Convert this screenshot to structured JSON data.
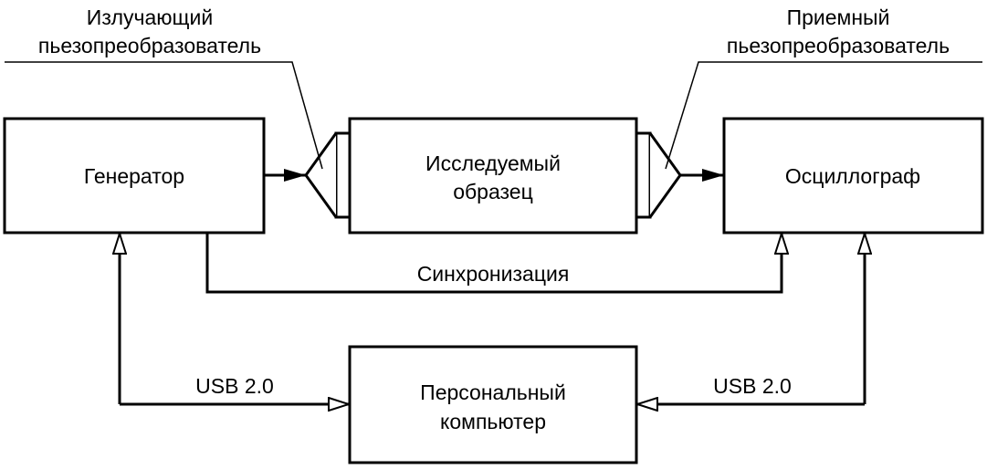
{
  "blocks": {
    "generator": "Генератор",
    "sample_line1": "Исследуемый",
    "sample_line2": "образец",
    "oscilloscope": "Осциллограф",
    "pc_line1": "Персональный",
    "pc_line2": "компьютер"
  },
  "transducers": {
    "emitting_line1": "Излучающий",
    "emitting_line2": "пьезопреобразователь",
    "receiving_line1": "Приемный",
    "receiving_line2": "пьезопреобразователь"
  },
  "connections": {
    "sync": "Синхронизация",
    "usb_left": "USB 2.0",
    "usb_right": "USB 2.0"
  },
  "colors": {
    "stroke": "#000000",
    "background": "#ffffff"
  }
}
